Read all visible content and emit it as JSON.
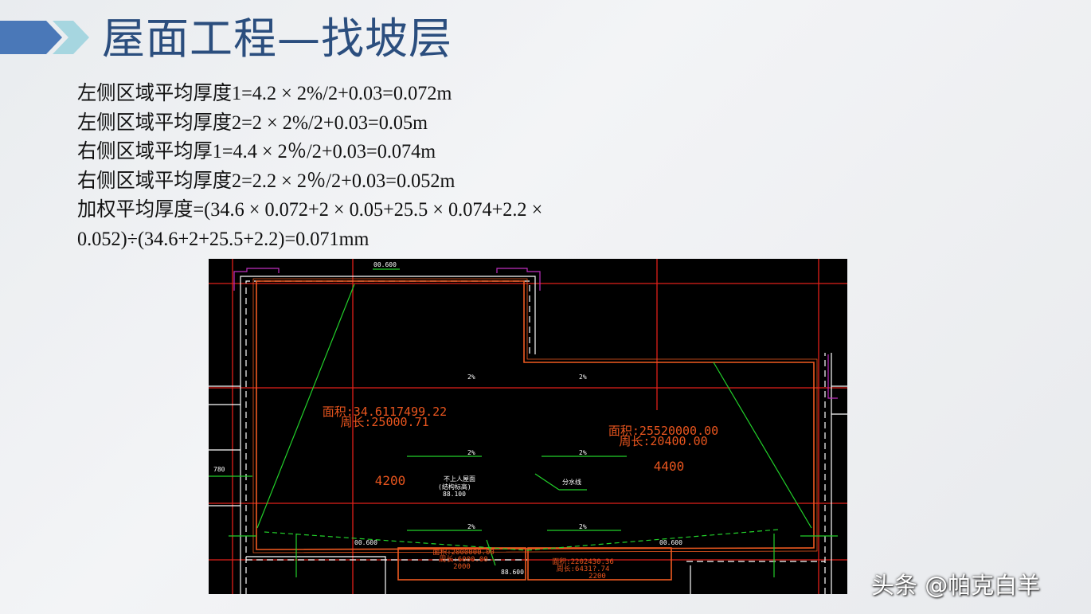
{
  "slide": {
    "title": "屋面工程—找坡层",
    "accent_color": "#2b4e7e",
    "formulas": [
      "左侧区域平均厚度1=4.2 × 2%/2+0.03=0.072m",
      "左侧区域平均厚度2=2 × 2%/2+0.03=0.05m",
      "右侧区域平均厚1=4.4 × 2％/2+0.03=0.074m",
      "右侧区域平均厚度2=2.2 × 2％/2+0.03=0.052m",
      "加权平均厚度=(34.6 × 0.072+2 × 0.05+25.5 × 0.074+2.2 ×",
      "0.052)÷(34.6+2+25.5+2.2)=0.071mm"
    ]
  },
  "drawing": {
    "left_area": "面积:34.6117499.22",
    "left_perimeter": "周长:25000.71",
    "left_dim": "4200",
    "right_area": "面积:25520000.00",
    "right_perimeter": "周长:20400.00",
    "right_dim": "4400",
    "small_left_area": "面积:2000000.00",
    "small_left_perimeter": "周长:6000.00",
    "small_left_dim": "2000",
    "small_right_area": "面积:2202430.36",
    "small_right_perimeter": "周长:6431?.74",
    "small_right_dim": "2200",
    "slope": "2%",
    "roof_note_1": "不上人屋面",
    "roof_note_2": "(结构标高)",
    "roof_elev": "88.100",
    "ridge_label": "分水线",
    "elev_top": "00.600",
    "elev_bl": "00.600",
    "elev_br": "00.600",
    "elev_bottom": "88.600",
    "dim_left": "780"
  },
  "watermark": "头条 @帕克白羊"
}
